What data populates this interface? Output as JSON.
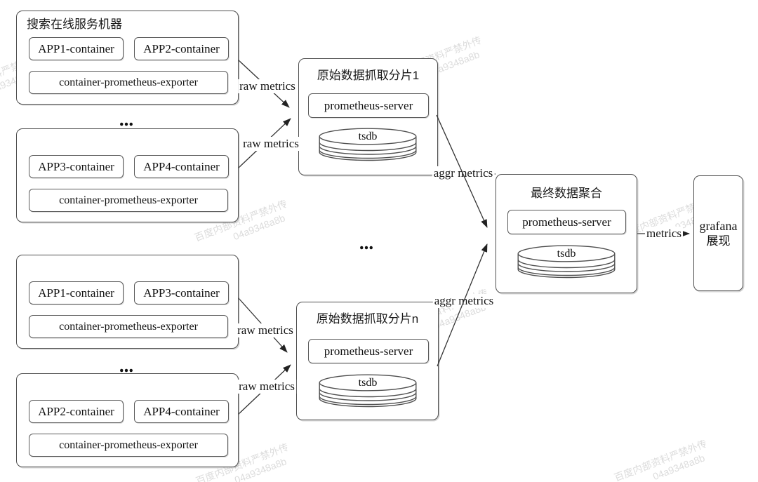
{
  "watermark": {
    "line1": "百度内部资料严禁外传",
    "line2": "04a9348a8b"
  },
  "ellipsis": "...",
  "machine_groups": [
    {
      "title": "搜索在线服务机器",
      "apps": [
        "APP1-container",
        "APP2-container"
      ],
      "exporter": "container-prometheus-exporter"
    },
    {
      "apps": [
        "APP3-container",
        "APP4-container"
      ],
      "exporter": "container-prometheus-exporter"
    },
    {
      "apps": [
        "APP1-container",
        "APP3-container"
      ],
      "exporter": "container-prometheus-exporter"
    },
    {
      "apps": [
        "APP2-container",
        "APP4-container"
      ],
      "exporter": "container-prometheus-exporter"
    }
  ],
  "shards": [
    {
      "title": "原始数据抓取分片1",
      "server": "prometheus-server",
      "db": "tsdb"
    },
    {
      "title": "原始数据抓取分片n",
      "server": "prometheus-server",
      "db": "tsdb"
    }
  ],
  "aggregator": {
    "title": "最终数据聚合",
    "server": "prometheus-server",
    "db": "tsdb"
  },
  "display": {
    "line1": "grafana",
    "line2": "展现"
  },
  "edge_labels": {
    "raw": "raw metrics",
    "aggr": "aggr metrics",
    "metrics": "metrics"
  },
  "colors": {
    "border": "#4f4f4f",
    "arrow": "#2e2e2e",
    "text": "#111111",
    "watermark": "#dcdcdc",
    "background": "#ffffff"
  }
}
